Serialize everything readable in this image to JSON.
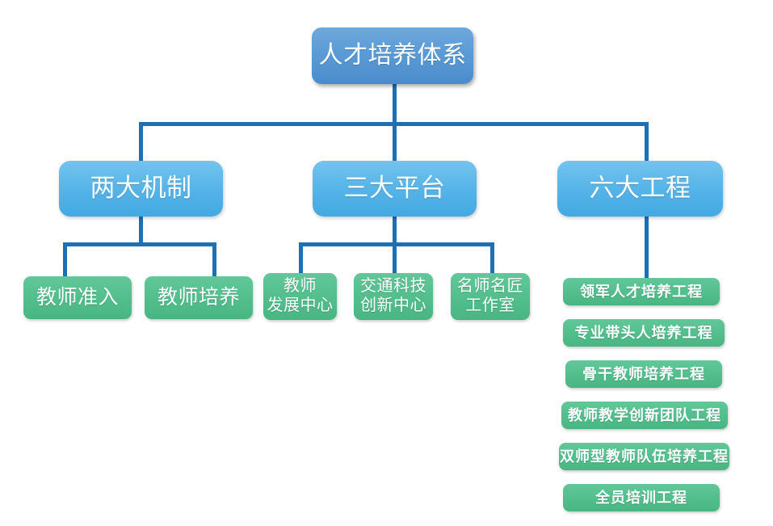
{
  "diagram": {
    "title": "人才培养体系",
    "root": {
      "label": "人才培养体系",
      "color": "#5B9BD5"
    },
    "branches": [
      {
        "label": "两大机制",
        "color": "#56B4E8",
        "children": [
          {
            "label": "教师准入"
          },
          {
            "label": "教师培养"
          }
        ]
      },
      {
        "label": "三大平台",
        "color": "#56B4E8",
        "children": [
          {
            "label": "教师\n发展中心"
          },
          {
            "label": "交通科技\n创新中心"
          },
          {
            "label": "名师名匠\n工作室"
          }
        ]
      },
      {
        "label": "六大工程",
        "color": "#56B4E8",
        "children": [
          {
            "label": "领军人才培养工程"
          },
          {
            "label": "专业带头人培养工程"
          },
          {
            "label": "骨干教师培养工程"
          },
          {
            "label": "教师教学创新团队工程"
          },
          {
            "label": "双师型教师队伍培养工程"
          },
          {
            "label": "全员培训工程"
          }
        ]
      }
    ],
    "colors": {
      "root_blue": "#5B9BD5",
      "branch_blue": "#56B4E8",
      "leaf_green": "#52BE8C",
      "connector_blue": "#1F6FB5",
      "background": "#FFFFFF",
      "text": "#FFFFFF"
    }
  }
}
